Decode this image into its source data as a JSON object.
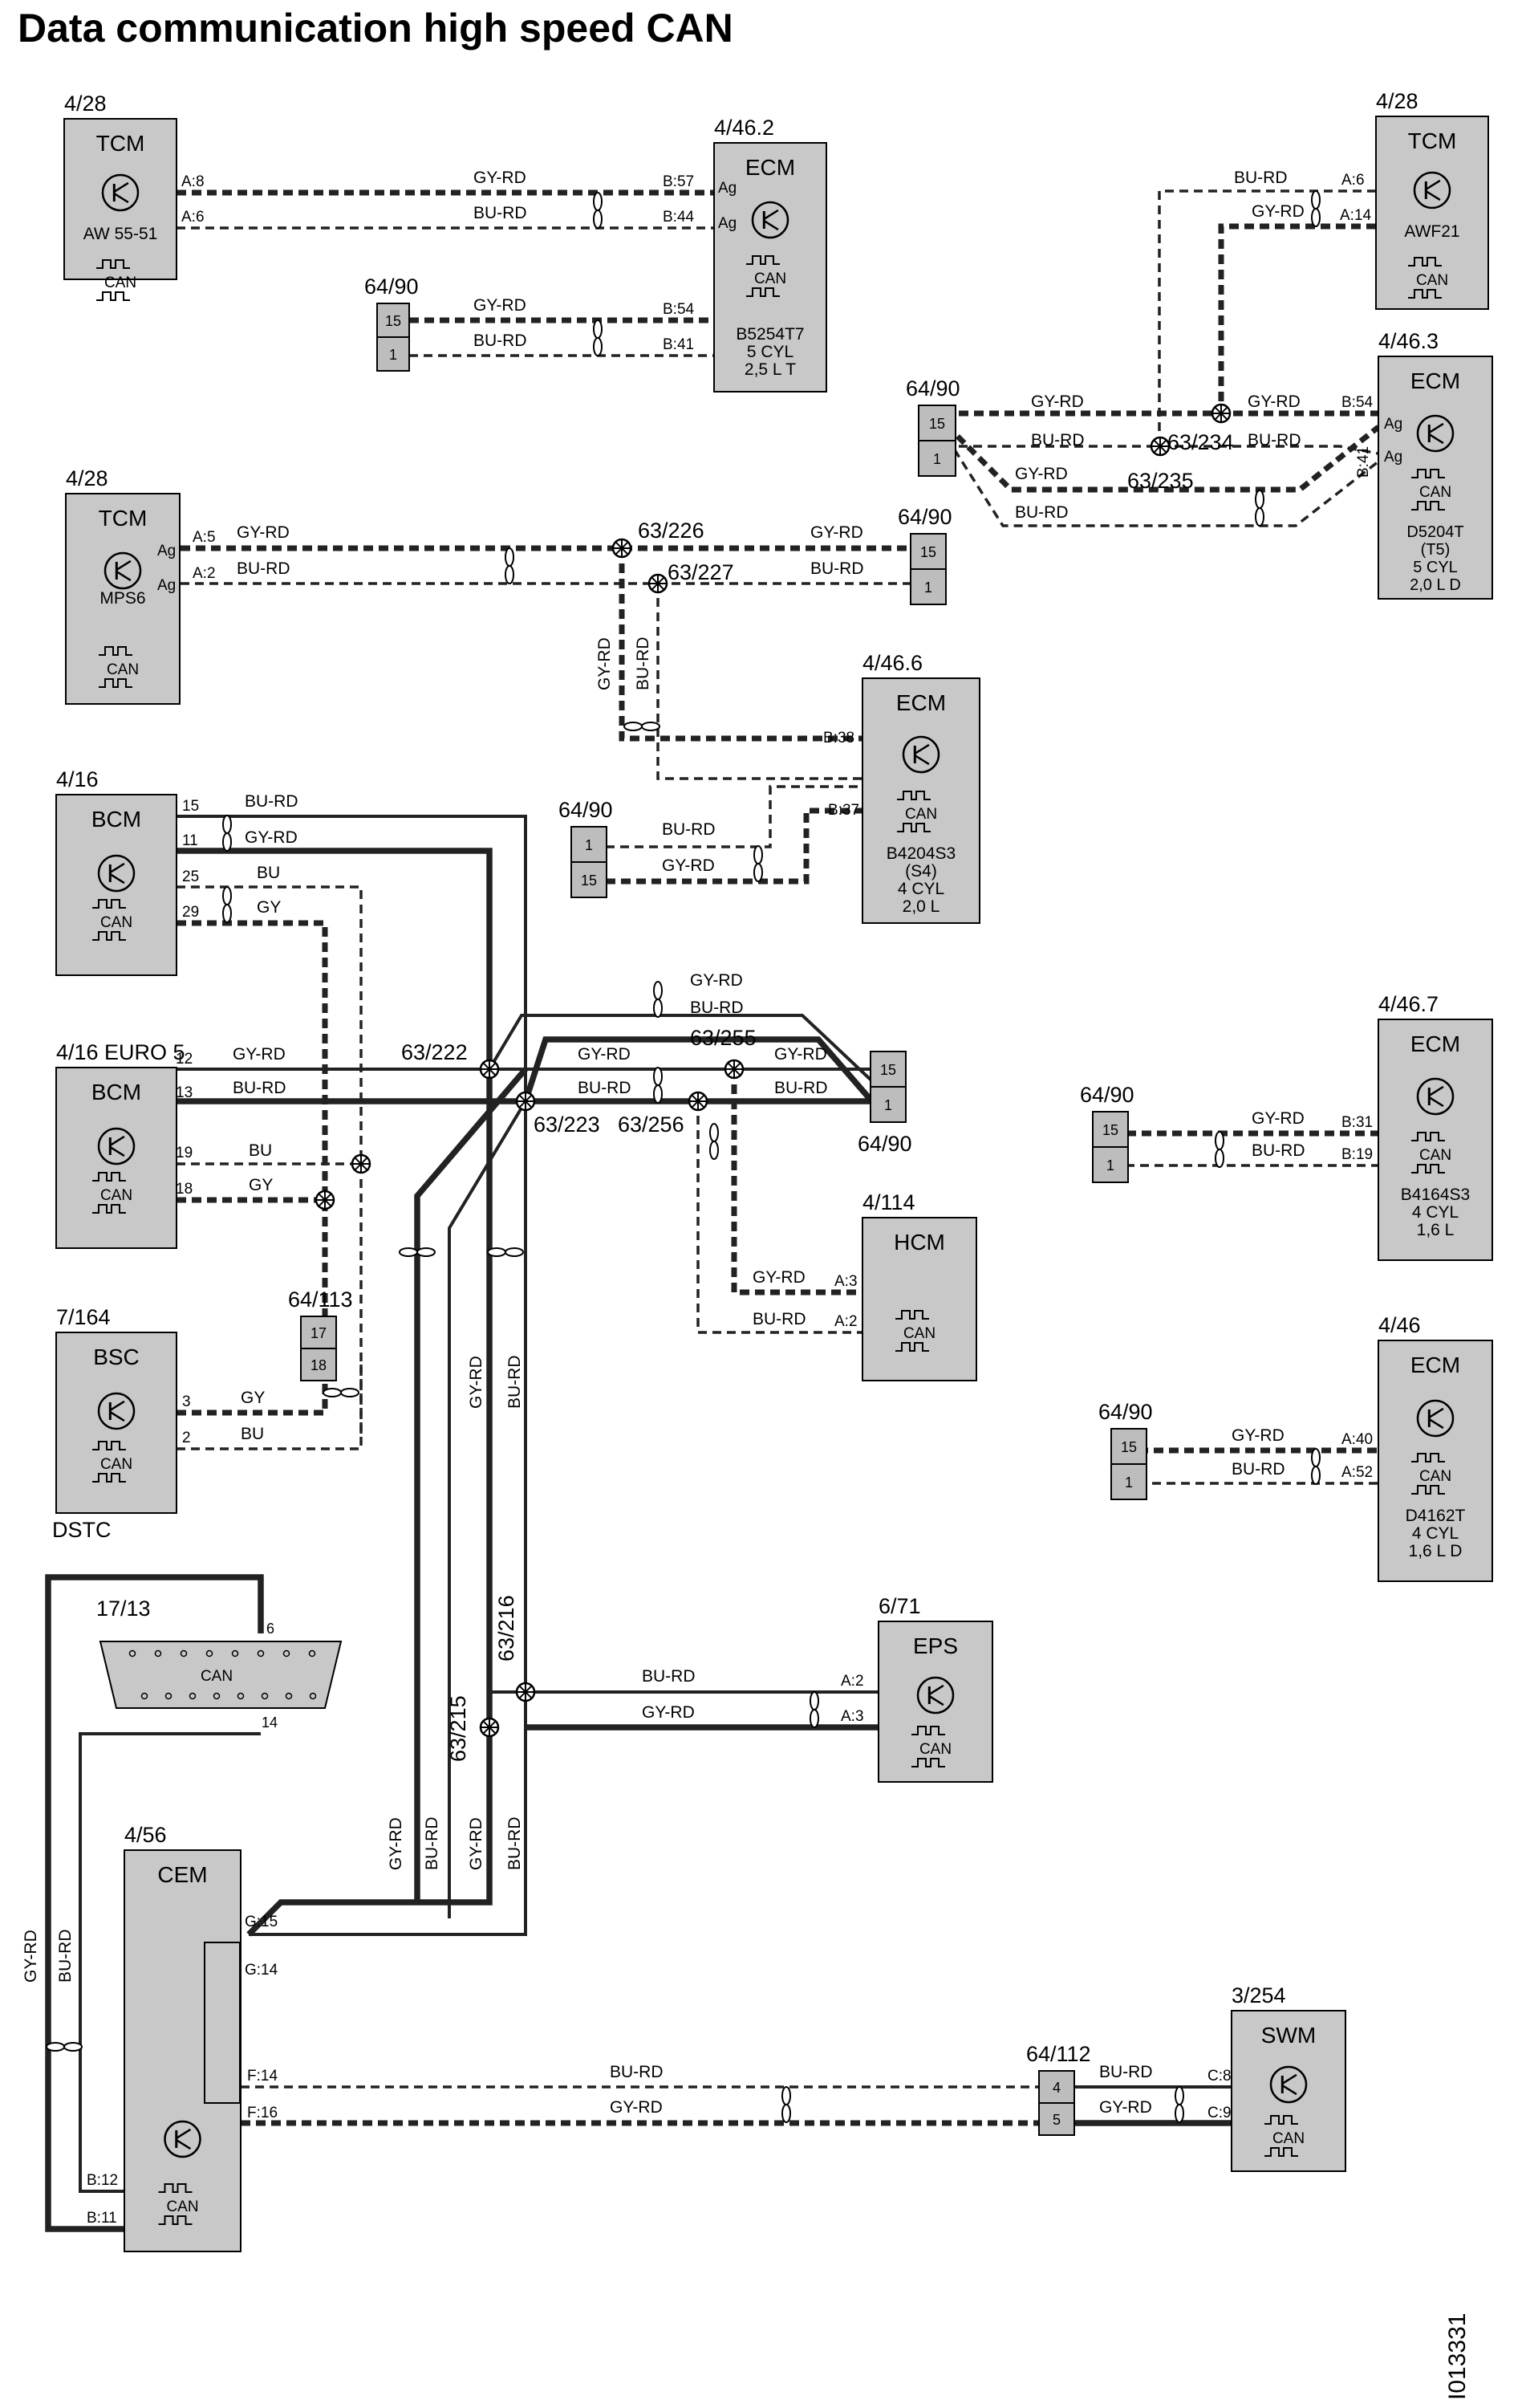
{
  "title": "Data communication high speed CAN",
  "doc_id": "I013331",
  "can_label": "CAN",
  "colors": {
    "module_fill": "#c8c8c8",
    "wire": "#222222"
  },
  "modules": [
    {
      "id": "tcm1",
      "ref": "4/28",
      "name": "TCM",
      "sub": [
        "AW 55-51"
      ],
      "icon": "transistor-symbol"
    },
    {
      "id": "ecm1",
      "ref": "4/46.2",
      "name": "ECM",
      "sub": [
        "B5254T7",
        "5 CYL",
        "2,5 L T"
      ],
      "icon": "transistor-symbol"
    },
    {
      "id": "tcm2",
      "ref": "4/28",
      "name": "TCM",
      "sub": [
        "AWF21"
      ],
      "icon": "transistor-symbol"
    },
    {
      "id": "ecm2",
      "ref": "4/46.3",
      "name": "ECM",
      "sub": [
        "D5204T",
        "(T5)",
        "5 CYL",
        "2,0 L D"
      ],
      "icon": "transistor-symbol"
    },
    {
      "id": "tcm3",
      "ref": "4/28",
      "name": "TCM",
      "sub": [
        "MPS6"
      ],
      "icon": "transistor-symbol"
    },
    {
      "id": "ecm3",
      "ref": "4/46.6",
      "name": "ECM",
      "sub": [
        "B4204S3",
        "(S4)",
        "4 CYL",
        "2,0 L"
      ],
      "icon": "transistor-symbol"
    },
    {
      "id": "bcm1",
      "ref": "4/16",
      "name": "BCM",
      "sub": [],
      "icon": "transistor-symbol"
    },
    {
      "id": "bcm2",
      "ref": "4/16 EURO 5",
      "name": "BCM",
      "sub": [],
      "icon": "transistor-symbol"
    },
    {
      "id": "ecm4",
      "ref": "4/46.7",
      "name": "ECM",
      "sub": [
        "B4164S3",
        "4 CYL",
        "1,6 L"
      ],
      "icon": "transistor-symbol"
    },
    {
      "id": "hcm",
      "ref": "4/114",
      "name": "HCM",
      "sub": [],
      "icon": "none"
    },
    {
      "id": "bsc",
      "ref": "7/164",
      "name": "BSC",
      "sub": [],
      "icon": "transistor-symbol"
    },
    {
      "id": "ecm5",
      "ref": "4/46",
      "name": "ECM",
      "sub": [
        "D4162T",
        "4 CYL",
        "1,6 L D"
      ],
      "icon": "transistor-symbol"
    },
    {
      "id": "eps",
      "ref": "6/71",
      "name": "EPS",
      "sub": [],
      "icon": "transistor-symbol"
    },
    {
      "id": "cem",
      "ref": "4/56",
      "name": "CEM",
      "sub": [],
      "icon": "transistor-symbol"
    },
    {
      "id": "swm",
      "ref": "3/254",
      "name": "SWM",
      "sub": [],
      "icon": "transistor-symbol"
    }
  ],
  "dstc_label": "DSTC",
  "dlc": {
    "ref": "17/13",
    "pins": [
      "6",
      "14"
    ]
  },
  "connectors": [
    {
      "id": "c1",
      "ref": "64/90",
      "pins": [
        "15",
        "1"
      ]
    },
    {
      "id": "c2",
      "ref": "64/90",
      "pins": [
        "15",
        "1"
      ]
    },
    {
      "id": "c3",
      "ref": "64/90",
      "pins": [
        "15",
        "1"
      ]
    },
    {
      "id": "c4",
      "ref": "64/90",
      "pins": [
        "1",
        "15"
      ]
    },
    {
      "id": "c5",
      "ref": "64/90",
      "pins": [
        "15",
        "1"
      ]
    },
    {
      "id": "c6",
      "ref": "64/90",
      "pins": [
        "15",
        "1"
      ]
    },
    {
      "id": "c7",
      "ref": "64/90",
      "pins": [
        "15",
        "1"
      ]
    },
    {
      "id": "c8",
      "ref": "64/113",
      "pins": [
        "17",
        "18"
      ]
    },
    {
      "id": "c9",
      "ref": "64/112",
      "pins": [
        "4",
        "5"
      ]
    }
  ],
  "splices": [
    "63/226",
    "63/227",
    "63/234",
    "63/235",
    "63/222",
    "63/223",
    "63/255",
    "63/256",
    "63/216",
    "63/215"
  ],
  "wire_colors": [
    "GY-RD",
    "BU-RD",
    "GY",
    "BU"
  ],
  "pin_labels": {
    "tcm1": [
      "A:8",
      "A:6"
    ],
    "ecm1": [
      "B:57",
      "B:44",
      "B:54",
      "B:41",
      "Ag",
      "Ag"
    ],
    "tcm2": [
      "A:6",
      "A:14"
    ],
    "ecm2": [
      "B:54",
      "B:41",
      "Ag",
      "Ag"
    ],
    "tcm3": [
      "A:5",
      "A:2",
      "Ag",
      "Ag"
    ],
    "ecm3": [
      "B:38",
      "B:37"
    ],
    "bcm1": [
      "15",
      "11",
      "25",
      "29"
    ],
    "bcm2": [
      "12",
      "13",
      "19",
      "18"
    ],
    "ecm4": [
      "B:31",
      "B:19"
    ],
    "hcm": [
      "A:3",
      "A:2"
    ],
    "bsc": [
      "3",
      "2"
    ],
    "ecm5": [
      "A:40",
      "A:52"
    ],
    "eps": [
      "A:2",
      "A:3"
    ],
    "cem": [
      "G:15",
      "G:14",
      "F:14",
      "F:16",
      "B:12",
      "B:11"
    ],
    "swm": [
      "C:8",
      "C:9"
    ]
  }
}
